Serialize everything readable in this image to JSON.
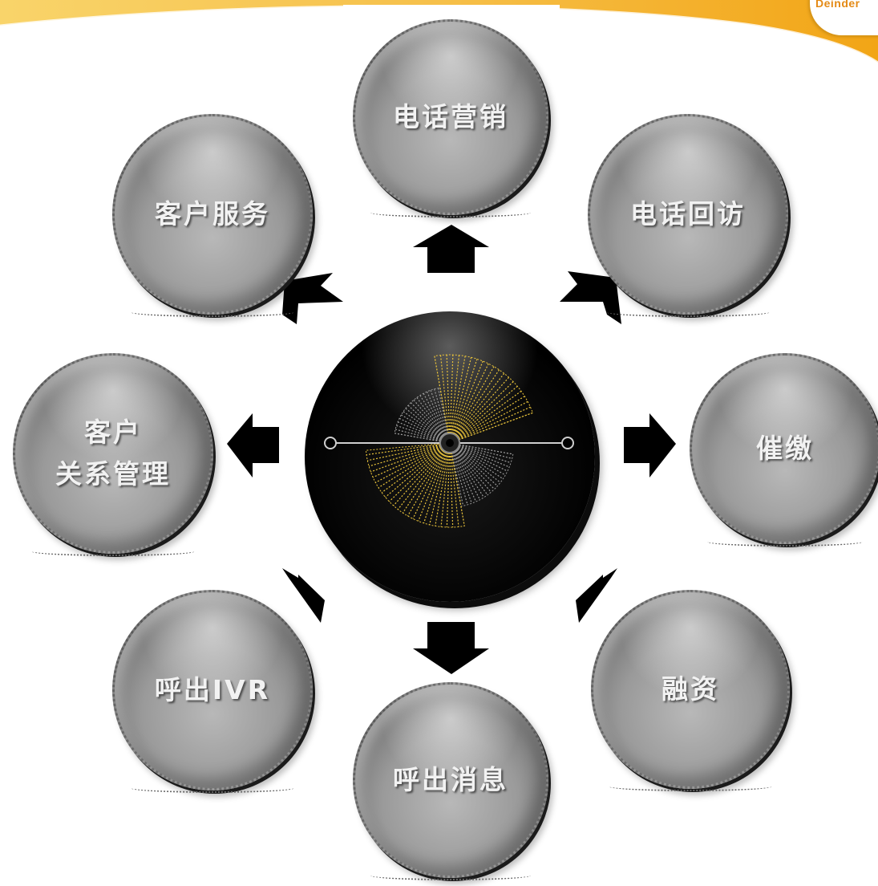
{
  "brand": {
    "logo_text": "Deinder"
  },
  "center": {
    "icon": "radar-fan-icon"
  },
  "colors": {
    "node_fill": "#9a9a9a",
    "node_text": "#f2f2f2",
    "hub_fill": "#000000",
    "accent_gold": "#e8c23a",
    "band_orange": "#f6b21a"
  },
  "nodes": [
    {
      "id": "phone-marketing",
      "label": "电话营销"
    },
    {
      "id": "phone-revisit",
      "label": "电话回访"
    },
    {
      "id": "collection",
      "label": "催缴"
    },
    {
      "id": "financing",
      "label": "融资"
    },
    {
      "id": "outbound-message",
      "label": "呼出消息"
    },
    {
      "id": "outbound-ivr",
      "label": "呼出IVR"
    },
    {
      "id": "crm",
      "label": "客户\n关系管理"
    },
    {
      "id": "customer-service",
      "label": "客户服务"
    }
  ]
}
